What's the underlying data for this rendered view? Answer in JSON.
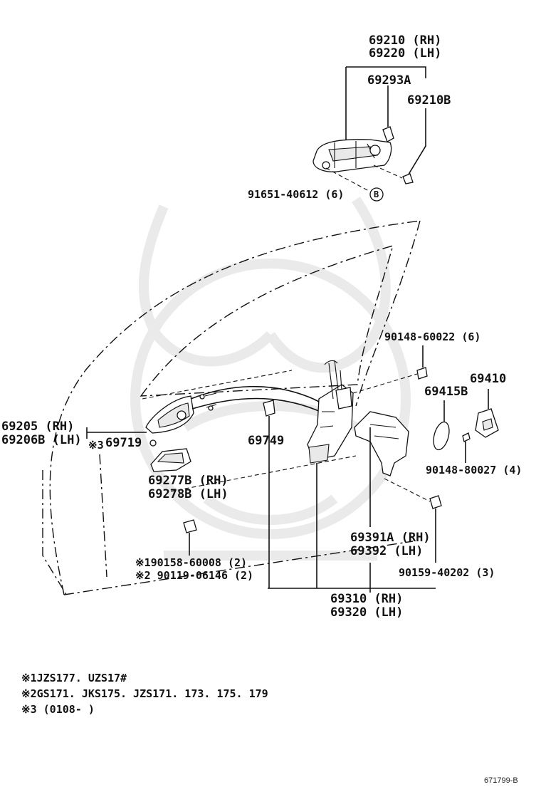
{
  "labels": {
    "l69210": "69210 (RH)",
    "l69220": "69220 (LH)",
    "l69293A": "69293A",
    "l69210B": "69210B",
    "l91651": "91651-40612 (6)",
    "callout_B": "B",
    "l90148_60022": "90148-60022 (6)",
    "l69410": "69410",
    "l69415B": "69415B",
    "l90148_80027": "90148-80027 (4)",
    "l69205": "69205 (RH)",
    "l69206B": "69206B (LH)",
    "l69719_mark": "※3",
    "l69719": "69719",
    "l69749": "69749",
    "l69277B": "69277B (RH)",
    "l69278B": "69278B (LH)",
    "l90158": "※190158-60008 (2)",
    "l90119": "※2 90119-06146 (2)",
    "l69391A": "69391A (RH)",
    "l69392": "69392 (LH)",
    "l90159": "90159-40202 (3)",
    "l69310": "69310 (RH)",
    "l69320": "69320 (LH)"
  },
  "notes": {
    "n1": "※1JZS177. UZS17#",
    "n2": "※2GS171. JKS175. JZS171. 173. 175. 179",
    "n3": "※3 (0108-         )"
  },
  "diagram_id": "671799-B",
  "colors": {
    "ink": "#111111",
    "watermark": "#d9d9d9",
    "paper": "#ffffff"
  }
}
